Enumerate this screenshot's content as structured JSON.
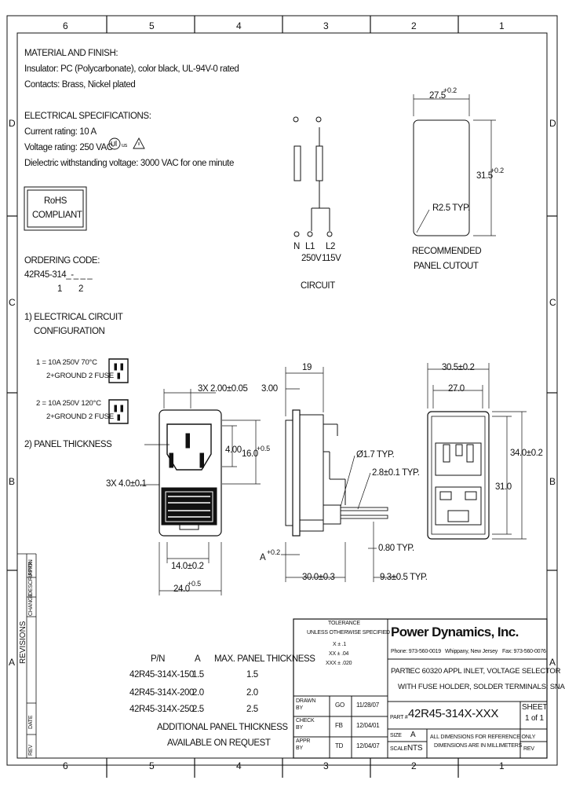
{
  "border": {
    "columns": [
      "6",
      "5",
      "4",
      "3",
      "2",
      "1"
    ],
    "rows": [
      "D",
      "C",
      "B",
      "A"
    ]
  },
  "notes": {
    "material_title": "MATERIAL AND FINISH:",
    "material_lines": [
      "Insulator: PC (Polycarbonate), color black, UL-94V-0 rated",
      "Contacts: Brass, Nickel plated"
    ],
    "electrical_title": "ELECTRICAL SPECIFICATIONS:",
    "electrical_lines": [
      "Current rating: 10 A",
      "Voltage rating: 250 VAC",
      "Dielectric withstanding voltage: 3000 VAC for one minute"
    ],
    "ul_mark": "us",
    "rohs": [
      "RoHS",
      "COMPLIANT"
    ]
  },
  "ordering": {
    "title": "ORDERING CODE:",
    "code": "42R45-314_-_ _ _",
    "indices": [
      "1",
      "2"
    ],
    "sec1_title": [
      "1) ELECTRICAL CIRCUIT",
      "CONFIGURATION"
    ],
    "options": [
      {
        "line1": "1 = 10A 250V 70°C",
        "line2": "2+GROUND 2 FUSE"
      },
      {
        "line1": "2 = 10A 250V 120°C",
        "line2": "2+GROUND 2 FUSE"
      }
    ],
    "sec2_title": "2) PANEL THICKNESS"
  },
  "circuit": {
    "labels": [
      "N",
      "L1",
      "L2"
    ],
    "voltages": [
      "250V",
      "115V"
    ],
    "caption": "CIRCUIT"
  },
  "cutout": {
    "width": "27.5",
    "width_tol": "+0.2",
    "height": "31.5",
    "height_tol": "+0.2",
    "radius": "R2.5 TYP.",
    "caption": [
      "RECOMMENDED",
      "PANEL CUTOUT"
    ]
  },
  "front_view": {
    "pin_pitch": "3X 2.00±0.05",
    "pin_width": "3X 4.0±0.1",
    "dim_400": "4.00",
    "dim_160": "16.0",
    "dim_160_tol": "+0.5",
    "dim_140": "14.0±0.2",
    "dim_240": "24.0",
    "dim_240_tol": "+0.5"
  },
  "side_view": {
    "dim_19": "19",
    "dim_300": "3.00",
    "hole": "Ø1.7 TYP.",
    "slot": "2.8±0.1 TYP.",
    "dim_080": "0.80 TYP.",
    "dim_93": "9.3±0.5 TYP.",
    "dim_300b": "30.0±0.3",
    "dim_A": "A",
    "dim_A_tol": "+0.2"
  },
  "rear_view": {
    "dim_305": "30.5±0.2",
    "dim_270": "27.0",
    "dim_340": "34.0±0.2",
    "dim_310": "31.0"
  },
  "thickness_table": {
    "headers": [
      "P/N",
      "A",
      "MAX. PANEL THICKNESS"
    ],
    "rows": [
      [
        "42R45-314X-150",
        "1.5",
        "1.5"
      ],
      [
        "42R45-314X-200",
        "2.0",
        "2.0"
      ],
      [
        "42R45-314X-250",
        "2.5",
        "2.5"
      ]
    ],
    "footer": [
      "ADDITIONAL PANEL THICKNESS",
      "AVAILABLE ON REQUEST"
    ]
  },
  "revisions": {
    "title": "REVISIONS",
    "cols": [
      "REV",
      "DATE",
      "CHANGE",
      "DESCRIPTION",
      "APPR."
    ]
  },
  "title_block": {
    "tolerance_title": "TOLERANCE",
    "tolerance_sub": "UNLESS OTHERWISE SPECIFIED",
    "tolerances": [
      "X ± .1",
      "XX ± .04",
      "XXX ± .020"
    ],
    "company": "Power Dynamics, Inc.",
    "phone": "Phone: 973-560-0019",
    "city": "Whippany, New Jersey",
    "fax": "Fax: 973-560-0076",
    "part_label": "PART:",
    "part_desc": [
      "IEC 60320 APPL INLET, VOLTAGE SELECTOR",
      "WITH FUSE HOLDER, SOLDER TERMINALS; SNAP-IN"
    ],
    "part_no_label": "PART #",
    "part_no": "42R45-314X-XXX",
    "sheet_label": "SHEET",
    "sheet_value": "1 of 1",
    "size_label": "SIZE",
    "size_value": "A",
    "scale_label": "SCALE",
    "scale_value": "NTS",
    "note": [
      "ALL DIMENSIONS FOR REFERENCE ONLY",
      "DIMENSIONS ARE IN MILLIMETERS"
    ],
    "rev_label": "REV",
    "signoffs": [
      {
        "role": [
          "DRAWN",
          "BY"
        ],
        "name": "GO",
        "date": "11/28/07"
      },
      {
        "role": [
          "CHECK",
          "BY"
        ],
        "name": "FB",
        "date": "12/04/01"
      },
      {
        "role": [
          "APPR",
          "BY"
        ],
        "name": "TD",
        "date": "12/04/07"
      }
    ]
  }
}
